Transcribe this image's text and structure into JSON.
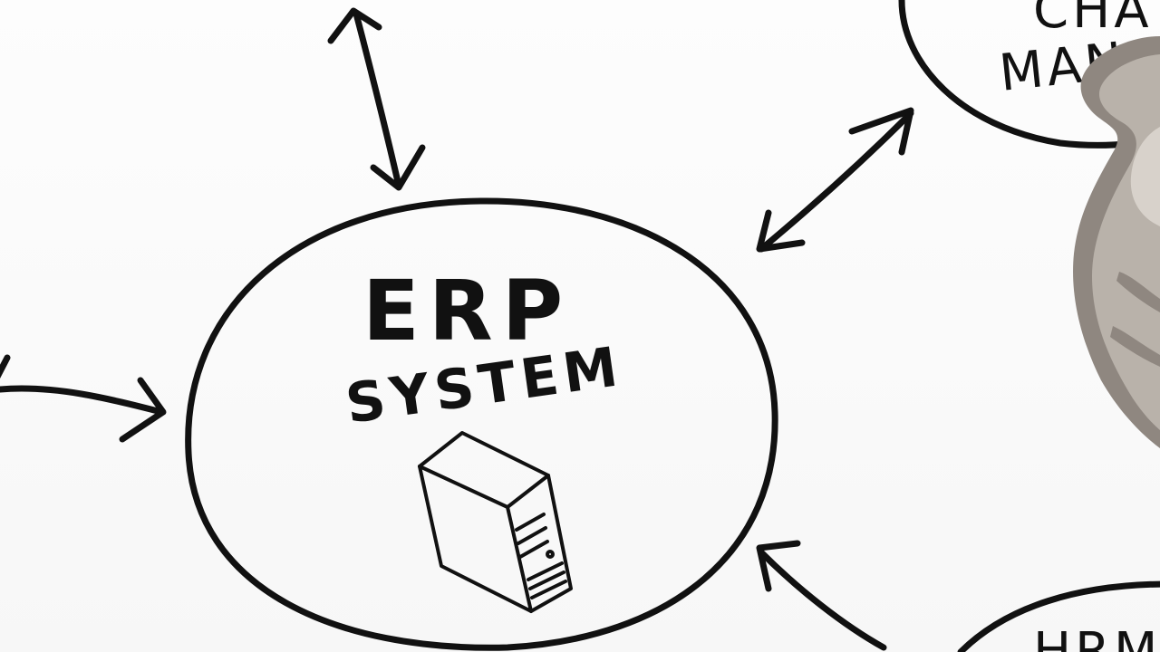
{
  "center_node": {
    "title": "ERP",
    "subtitle": "SYSTEM",
    "icon": "server-tower-icon"
  },
  "nodes": [
    {
      "label_top": "CHA",
      "label_bottom": "MANAGE"
    },
    {
      "label": "HRM"
    }
  ],
  "colors": {
    "ink": "#111111",
    "background": "#ffffff",
    "hand": "#b9b2aa"
  }
}
